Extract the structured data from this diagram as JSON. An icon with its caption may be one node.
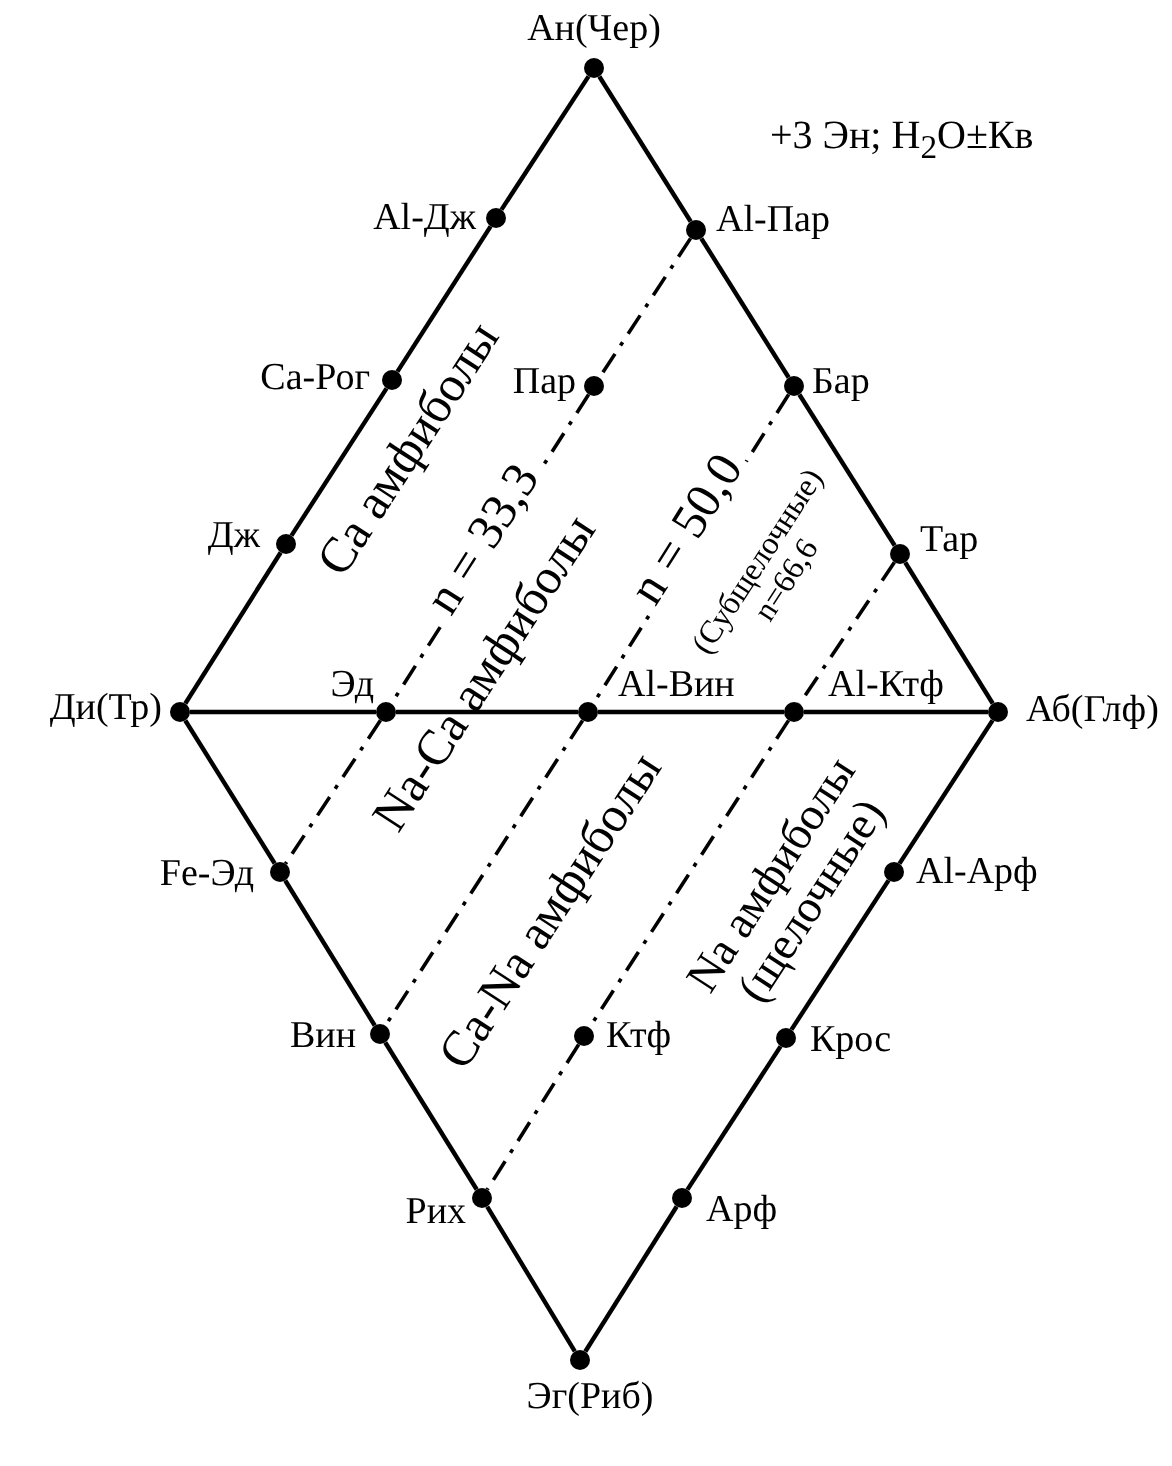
{
  "diagram": {
    "nodes": [
      {
        "text": [],
        "shape": "circle",
        "beside": [
          "Ан(Чер)"
        ]
      },
      {
        "text": [],
        "shape": "circle",
        "beside": [
          "Al-Дж"
        ]
      },
      {
        "text": [],
        "shape": "circle",
        "beside": [
          "Al-Пар"
        ]
      },
      {
        "text": [],
        "shape": "circle",
        "beside": [
          "Ca-Рог"
        ]
      },
      {
        "text": [],
        "shape": "circle",
        "beside": [
          "Пар"
        ]
      },
      {
        "text": [],
        "shape": "circle",
        "beside": [
          "Бар"
        ]
      },
      {
        "text": [],
        "shape": "circle",
        "beside": [
          "Дж"
        ]
      },
      {
        "text": [],
        "shape": "circle",
        "beside": [
          "Тар"
        ]
      },
      {
        "text": [],
        "shape": "circle",
        "beside": [
          "Ди(Тр)"
        ]
      },
      {
        "text": [],
        "shape": "circle",
        "beside": [
          "Эд"
        ]
      },
      {
        "text": [],
        "shape": "circle",
        "beside": [
          "Al-Вин"
        ]
      },
      {
        "text": [],
        "shape": "circle",
        "beside": [
          "Al-Ктф"
        ]
      },
      {
        "text": [],
        "shape": "circle",
        "beside": [
          "Аб(Глф)"
        ]
      },
      {
        "text": [],
        "shape": "circle",
        "beside": [
          "Fe-Эд"
        ]
      },
      {
        "text": [],
        "shape": "circle",
        "beside": [
          "Al-Арф"
        ]
      },
      {
        "text": [],
        "shape": "circle",
        "beside": [
          "Вин"
        ]
      },
      {
        "text": [],
        "shape": "circle",
        "beside": [
          "Ктф"
        ]
      },
      {
        "text": [],
        "shape": "circle",
        "beside": [
          "Крос"
        ]
      },
      {
        "text": [],
        "shape": "circle",
        "beside": [
          "Рих"
        ]
      },
      {
        "text": [],
        "shape": "circle",
        "beside": [
          "Арф"
        ]
      },
      {
        "text": [],
        "shape": "circle",
        "beside": [
          "Эг(Риб)"
        ]
      }
    ],
    "edges": [
      {
        "from": 0,
        "to": 1,
        "arrow": "none"
      },
      {
        "from": 1,
        "to": 3,
        "arrow": "none"
      },
      {
        "from": 3,
        "to": 6,
        "arrow": "none"
      },
      {
        "from": 6,
        "to": 8,
        "arrow": "none"
      },
      {
        "from": 0,
        "to": 2,
        "arrow": "none"
      },
      {
        "from": 2,
        "to": 5,
        "arrow": "none"
      },
      {
        "from": 5,
        "to": 7,
        "arrow": "none"
      },
      {
        "from": 7,
        "to": 12,
        "arrow": "none"
      },
      {
        "from": 8,
        "to": 13,
        "arrow": "none"
      },
      {
        "from": 13,
        "to": 15,
        "arrow": "none"
      },
      {
        "from": 15,
        "to": 18,
        "arrow": "none"
      },
      {
        "from": 18,
        "to": 20,
        "arrow": "none"
      },
      {
        "from": 12,
        "to": 14,
        "arrow": "none"
      },
      {
        "from": 14,
        "to": 17,
        "arrow": "none"
      },
      {
        "from": 17,
        "to": 19,
        "arrow": "none"
      },
      {
        "from": 19,
        "to": 20,
        "arrow": "none"
      },
      {
        "from": 8,
        "to": 9,
        "arrow": "none"
      },
      {
        "from": 9,
        "to": 10,
        "arrow": "none"
      },
      {
        "from": 10,
        "to": 11,
        "arrow": "none"
      },
      {
        "from": 11,
        "to": 12,
        "arrow": "none"
      },
      {
        "from": 2,
        "to": 4,
        "arrow": "none",
        "style": "dashed"
      },
      {
        "from": 4,
        "to": 9,
        "arrow": "none",
        "style": "dashed",
        "label": "n = 33,3"
      },
      {
        "from": 9,
        "to": 13,
        "arrow": "none",
        "style": "dashed"
      },
      {
        "from": 5,
        "to": 10,
        "arrow": "none",
        "style": "dashed",
        "label": "n = 50,0"
      },
      {
        "from": 10,
        "to": 15,
        "arrow": "none",
        "style": "dashed"
      },
      {
        "from": 7,
        "to": 11,
        "arrow": "none",
        "style": "dashed"
      },
      {
        "from": 11,
        "to": 16,
        "arrow": "none",
        "style": "dashed"
      },
      {
        "from": 16,
        "to": 18,
        "arrow": "none",
        "style": "dashed"
      }
    ],
    "labels": [
      "+3 Эн; H$_{2}$O±Кв",
      "Ca амфиболы",
      "(Субщелочные) n=66,6",
      "Na-Ca амфиболы",
      "Ca-Na амфиболы",
      "Na амфиболы (щелочные)"
    ]
  }
}
